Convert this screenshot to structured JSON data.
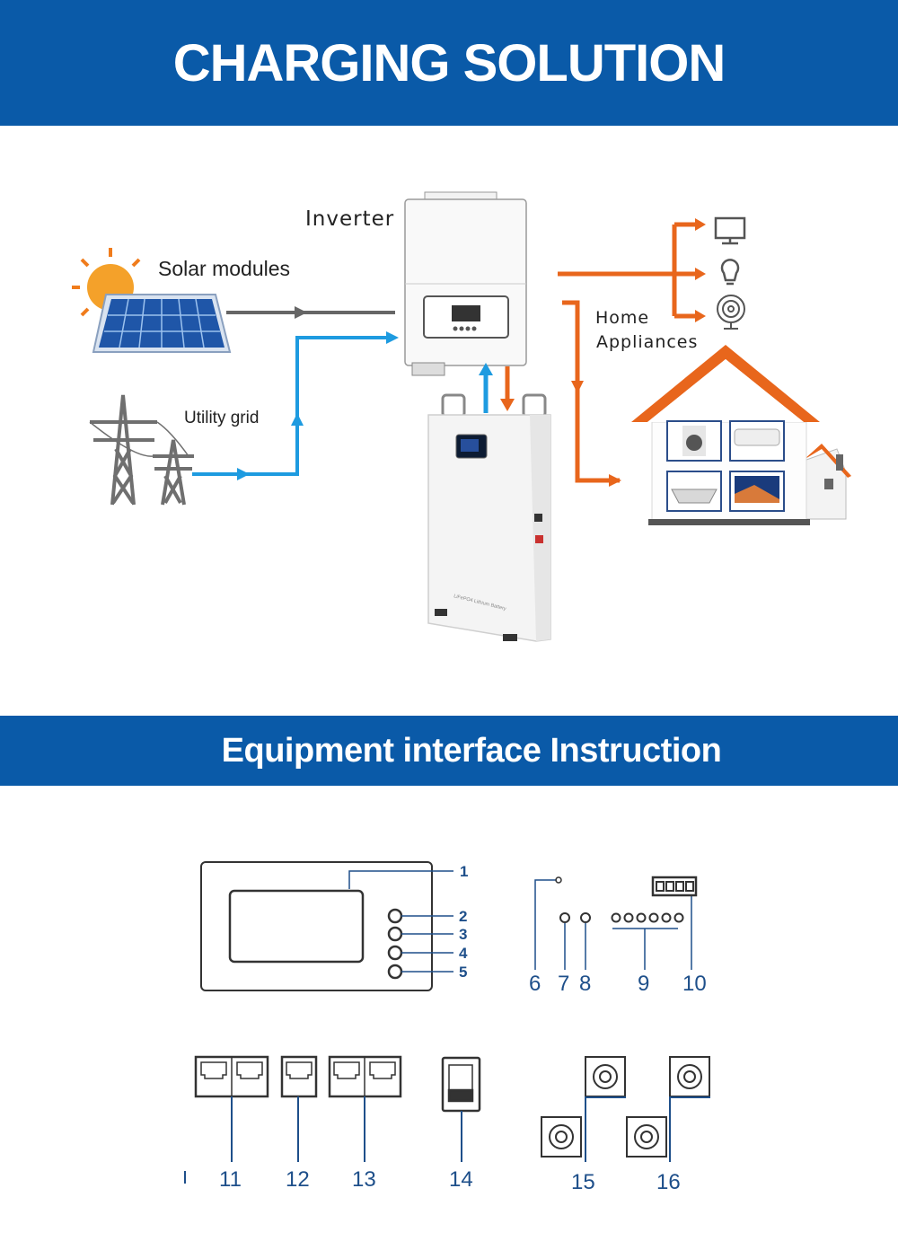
{
  "header": {
    "title": "CHARGING SOLUTION"
  },
  "diagram": {
    "inverter": "Inverter",
    "solar": "Solar modules",
    "grid": "Utility grid",
    "home_line1": "Home",
    "home_line2": "Appliances",
    "battery_text": "LiFePO4 Lithium Battery"
  },
  "section2": {
    "title": "Equipment interface Instruction"
  },
  "callouts": {
    "n1": "1",
    "n2": "2",
    "n3": "3",
    "n4": "4",
    "n5": "5",
    "n6": "6",
    "n7": "7",
    "n8": "8",
    "n9": "9",
    "n10": "10",
    "n11": "11",
    "n12": "12",
    "n13": "13",
    "n14": "14",
    "n15": "15",
    "n16": "16"
  },
  "colors": {
    "banner": "#0a5aa8",
    "solar_flow": "#666666",
    "grid_flow": "#1e9be0",
    "load_flow": "#e8661c"
  }
}
